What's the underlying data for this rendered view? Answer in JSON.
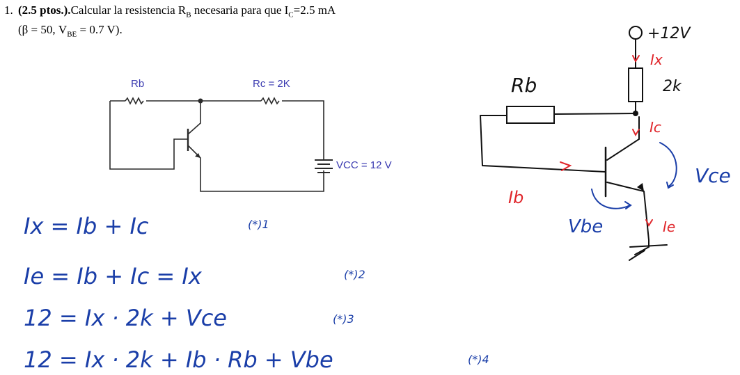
{
  "problem": {
    "number": "1.",
    "points": "(2.5 ptos.).",
    "text_a": "Calcular la resistencia R",
    "sub_b": "B",
    "text_b": " necesaria para que I",
    "sub_c": "C",
    "text_c": "=2.5 mA",
    "line2_a": "(β = 50, V",
    "sub_be": "BE",
    "line2_b": " = 0.7 V)."
  },
  "printed_circuit": {
    "rb_label": "Rb",
    "rc_label": "Rc = 2K",
    "vcc_label": "VCC = 12 V"
  },
  "hand_circuit": {
    "supply": "+12V",
    "ix": "Ix",
    "rc": "2k",
    "rb": "Rb",
    "ic": "Ic",
    "vce": "Vce",
    "ib": "Ib",
    "vbe": "Vbe",
    "ie": "Ie"
  },
  "equations": [
    {
      "text": "Ix = Ib + Ic",
      "tag": "(*)1"
    },
    {
      "text": "Ie = Ib + Ic = Ix",
      "tag": "(*)2"
    },
    {
      "text": "12 = Ix · 2k + Vce",
      "tag": "(*)3"
    },
    {
      "text": "12 = Ix · 2k + Ib · Rb + Vbe",
      "tag": "(*)4"
    }
  ],
  "colors": {
    "ink_blue": "#1a3ea8",
    "ink_red": "#e0262b",
    "label_purple": "#3a3ab0",
    "wire": "#2a2a2a"
  }
}
